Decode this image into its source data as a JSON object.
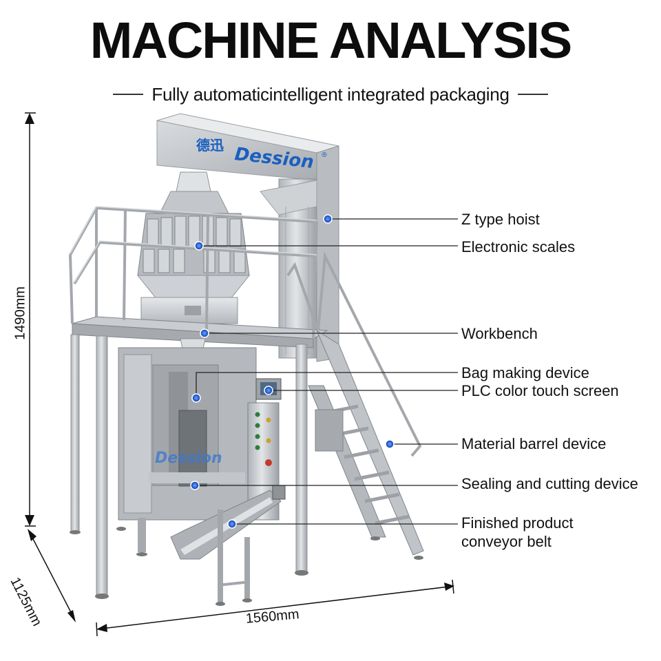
{
  "title": "MACHINE ANALYSIS",
  "subtitle": "Fully automaticintelligent integrated packaging",
  "brand": {
    "chinese": "德迅",
    "name": "Dession",
    "registered": "®"
  },
  "brand_color": "#1a5fc0",
  "callouts": [
    {
      "label": "Z type hoist"
    },
    {
      "label": "Electronic scales"
    },
    {
      "label": "Workbench"
    },
    {
      "label": "Bag making device"
    },
    {
      "label": "PLC color touch screen"
    },
    {
      "label": "Material barrel device"
    },
    {
      "label": "Sealing and cutting device"
    },
    {
      "label": "Finished product conveyor belt",
      "lines": [
        "Finished product",
        "conveyor belt"
      ]
    }
  ],
  "dimensions": {
    "height": "1490mm",
    "depth": "1125mm",
    "width": "1560mm"
  },
  "colors": {
    "steel": "#c9ccd0",
    "steel_dark": "#8a8f95",
    "marker": "#2a63d8",
    "line": "#222222"
  }
}
